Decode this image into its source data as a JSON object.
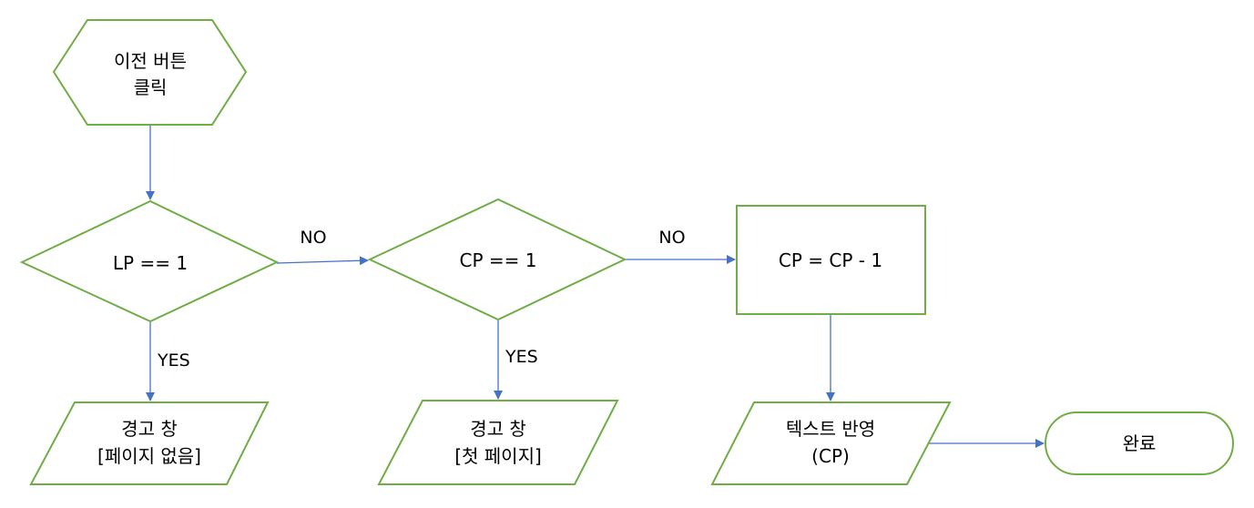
{
  "nodes": {
    "start": {
      "line1": "이전 버튼",
      "line2": "클릭"
    },
    "lp_check": {
      "text": "LP == 1"
    },
    "cp_check": {
      "text": "CP == 1"
    },
    "decrement": {
      "text": "CP = CP - 1"
    },
    "alert_no_page": {
      "line1": "경고 창",
      "line2": "[페이지 없음]"
    },
    "alert_first_page": {
      "line1": "경고 창",
      "line2": "[첫 페이지]"
    },
    "reflect_text": {
      "line1": "텍스트 반영",
      "line2": "(CP)"
    },
    "done": {
      "text": "완료"
    }
  },
  "edges": {
    "lp_no": "NO",
    "cp_no": "NO",
    "lp_yes": "YES",
    "cp_yes": "YES"
  },
  "colors": {
    "shape_border": "#70ad47",
    "connector": "#4472c4",
    "text": "#000000"
  }
}
